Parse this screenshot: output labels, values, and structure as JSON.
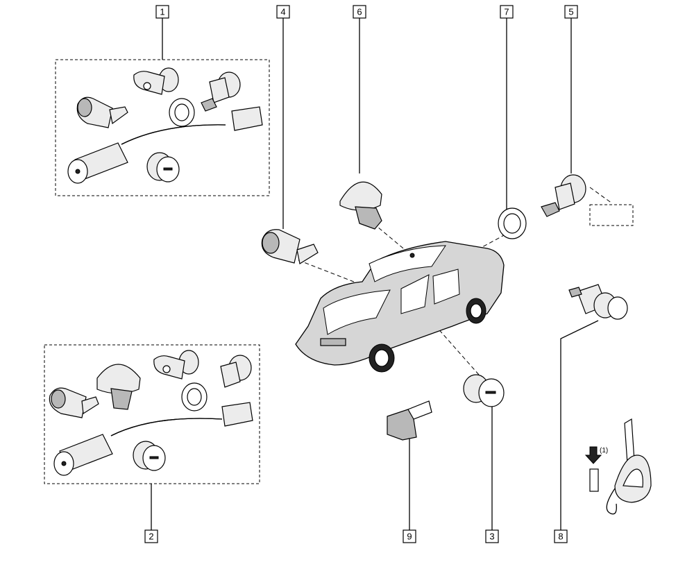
{
  "callouts": {
    "c1": "1",
    "c2": "2",
    "c3": "3",
    "c4": "4",
    "c5": "5",
    "c6": "6",
    "c7": "7",
    "c8": "8",
    "c9": "9"
  },
  "key_note": "(1)"
}
